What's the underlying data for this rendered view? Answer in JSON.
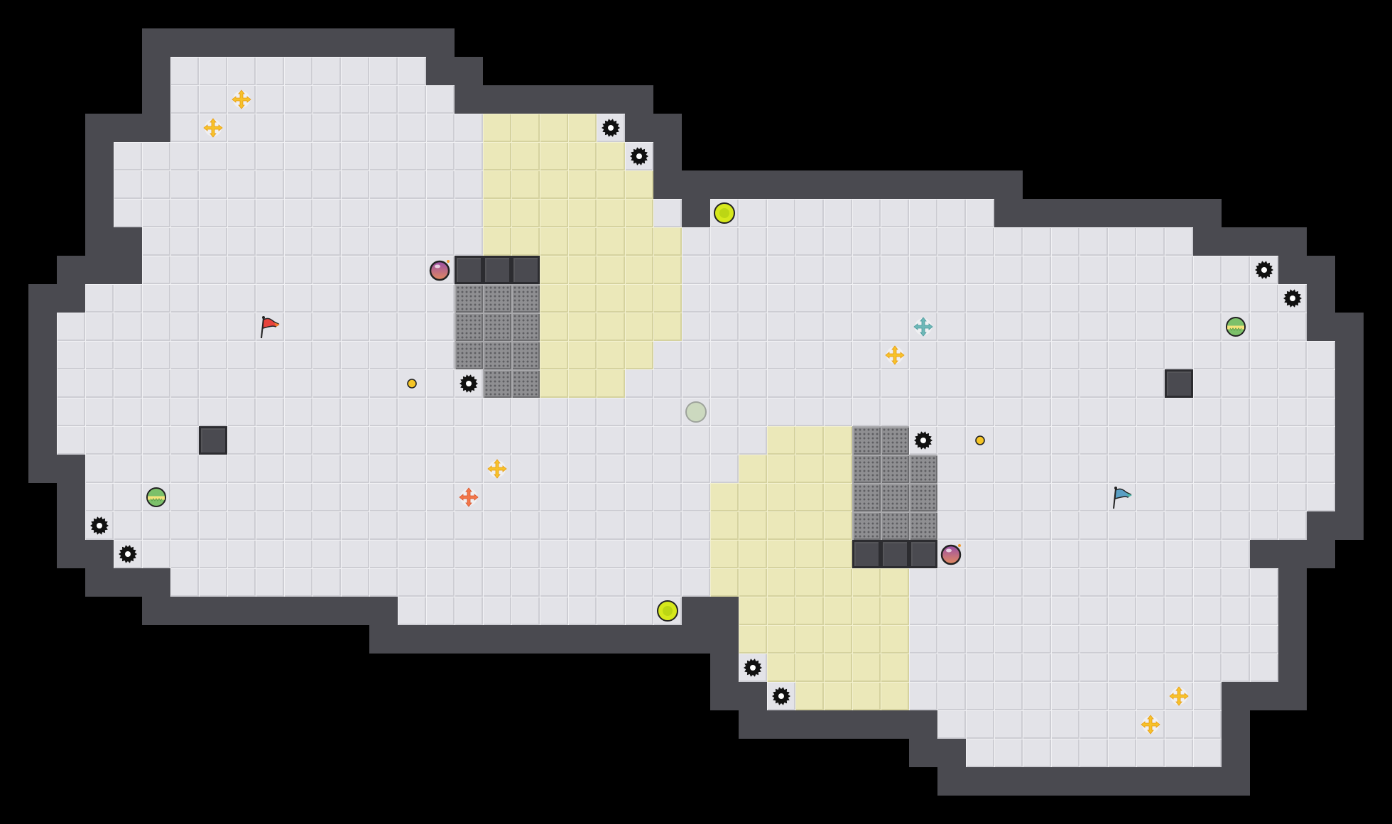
{
  "game": {
    "grid": {
      "cols": 49,
      "rows": 29
    },
    "colors": {
      "floor": "#e3e3e8",
      "yellow_zone": "#ebe8b9",
      "metal": "#8f8f92",
      "wall": "#4a4a50",
      "void": "#000000"
    },
    "tile_rows": [
      [],
      [],
      [
        [
          6,
          14,
          "f"
        ]
      ],
      [
        [
          6,
          15,
          "f"
        ]
      ],
      [
        [
          6,
          16,
          "f"
        ],
        [
          17,
          20,
          "y"
        ],
        [
          21,
          21,
          "f"
        ]
      ],
      [
        [
          4,
          16,
          "f"
        ],
        [
          17,
          21,
          "y"
        ],
        [
          22,
          22,
          "f"
        ]
      ],
      [
        [
          4,
          16,
          "f"
        ],
        [
          17,
          22,
          "y"
        ]
      ],
      [
        [
          4,
          16,
          "f"
        ],
        [
          17,
          22,
          "y"
        ],
        [
          23,
          23,
          "f"
        ],
        [
          25,
          34,
          "f"
        ]
      ],
      [
        [
          5,
          16,
          "f"
        ],
        [
          17,
          23,
          "y"
        ],
        [
          24,
          41,
          "f"
        ]
      ],
      [
        [
          5,
          15,
          "f"
        ],
        [
          16,
          18,
          "b"
        ],
        [
          19,
          23,
          "y"
        ],
        [
          24,
          44,
          "f"
        ]
      ],
      [
        [
          3,
          15,
          "f"
        ],
        [
          16,
          18,
          "m"
        ],
        [
          19,
          23,
          "y"
        ],
        [
          24,
          45,
          "f"
        ]
      ],
      [
        [
          2,
          15,
          "f"
        ],
        [
          16,
          18,
          "m"
        ],
        [
          19,
          23,
          "y"
        ],
        [
          24,
          45,
          "f"
        ]
      ],
      [
        [
          2,
          15,
          "f"
        ],
        [
          16,
          18,
          "m"
        ],
        [
          19,
          22,
          "y"
        ],
        [
          23,
          46,
          "f"
        ]
      ],
      [
        [
          2,
          16,
          "f"
        ],
        [
          17,
          18,
          "m"
        ],
        [
          19,
          21,
          "y"
        ],
        [
          22,
          40,
          "f"
        ],
        [
          41,
          41,
          "b"
        ],
        [
          42,
          46,
          "f"
        ]
      ],
      [
        [
          2,
          46,
          "f"
        ]
      ],
      [
        [
          2,
          6,
          "f"
        ],
        [
          7,
          7,
          "b"
        ],
        [
          8,
          26,
          "f"
        ],
        [
          27,
          29,
          "y"
        ],
        [
          30,
          31,
          "m"
        ],
        [
          32,
          46,
          "f"
        ]
      ],
      [
        [
          3,
          25,
          "f"
        ],
        [
          26,
          29,
          "y"
        ],
        [
          30,
          32,
          "m"
        ],
        [
          33,
          46,
          "f"
        ]
      ],
      [
        [
          3,
          24,
          "f"
        ],
        [
          25,
          29,
          "y"
        ],
        [
          30,
          32,
          "m"
        ],
        [
          33,
          46,
          "f"
        ]
      ],
      [
        [
          3,
          24,
          "f"
        ],
        [
          25,
          29,
          "y"
        ],
        [
          30,
          32,
          "m"
        ],
        [
          33,
          45,
          "f"
        ]
      ],
      [
        [
          4,
          24,
          "f"
        ],
        [
          25,
          29,
          "y"
        ],
        [
          30,
          32,
          "b"
        ],
        [
          33,
          43,
          "f"
        ]
      ],
      [
        [
          6,
          24,
          "f"
        ],
        [
          25,
          31,
          "y"
        ],
        [
          32,
          44,
          "f"
        ]
      ],
      [
        [
          14,
          23,
          "f"
        ],
        [
          26,
          31,
          "y"
        ],
        [
          32,
          44,
          "f"
        ]
      ],
      [
        [
          26,
          31,
          "y"
        ],
        [
          32,
          44,
          "f"
        ]
      ],
      [
        [
          26,
          26,
          "f"
        ],
        [
          27,
          31,
          "y"
        ],
        [
          32,
          44,
          "f"
        ]
      ],
      [
        [
          27,
          27,
          "f"
        ],
        [
          28,
          31,
          "y"
        ],
        [
          32,
          42,
          "f"
        ]
      ],
      [
        [
          33,
          42,
          "f"
        ]
      ],
      [
        [
          34,
          42,
          "f"
        ]
      ],
      [],
      []
    ],
    "entities": [
      {
        "type": "yellow-cross",
        "col": 8,
        "row": 3
      },
      {
        "type": "yellow-cross",
        "col": 7,
        "row": 4
      },
      {
        "type": "yellow-cross",
        "col": 31,
        "row": 12
      },
      {
        "type": "yellow-cross",
        "col": 17,
        "row": 16
      },
      {
        "type": "yellow-cross",
        "col": 41,
        "row": 24
      },
      {
        "type": "yellow-cross",
        "col": 40,
        "row": 25
      },
      {
        "type": "teal-cross",
        "col": 32,
        "row": 11
      },
      {
        "type": "orange-cross",
        "col": 16,
        "row": 17
      },
      {
        "type": "gear",
        "col": 21,
        "row": 4
      },
      {
        "type": "gear",
        "col": 22,
        "row": 5
      },
      {
        "type": "gear",
        "col": 44,
        "row": 9
      },
      {
        "type": "gear",
        "col": 45,
        "row": 10
      },
      {
        "type": "gear",
        "col": 16,
        "row": 13
      },
      {
        "type": "gear",
        "col": 32,
        "row": 15
      },
      {
        "type": "gear",
        "col": 3,
        "row": 18
      },
      {
        "type": "gear",
        "col": 4,
        "row": 19
      },
      {
        "type": "gear",
        "col": 26,
        "row": 23
      },
      {
        "type": "gear",
        "col": 27,
        "row": 24
      },
      {
        "type": "lime-orb",
        "col": 25,
        "row": 7
      },
      {
        "type": "lime-orb",
        "col": 23,
        "row": 21
      },
      {
        "type": "bomb",
        "col": 15,
        "row": 9
      },
      {
        "type": "bomb",
        "col": 33,
        "row": 19
      },
      {
        "type": "red-flag",
        "col": 9,
        "row": 11
      },
      {
        "type": "blue-flag",
        "col": 39,
        "row": 17
      },
      {
        "type": "striped-ball",
        "col": 5,
        "row": 17
      },
      {
        "type": "striped-ball",
        "col": 43,
        "row": 11
      },
      {
        "type": "gold-dot",
        "col": 14,
        "row": 13
      },
      {
        "type": "gold-dot",
        "col": 34,
        "row": 15
      },
      {
        "type": "pale-circle",
        "col": 24,
        "row": 14
      }
    ]
  }
}
